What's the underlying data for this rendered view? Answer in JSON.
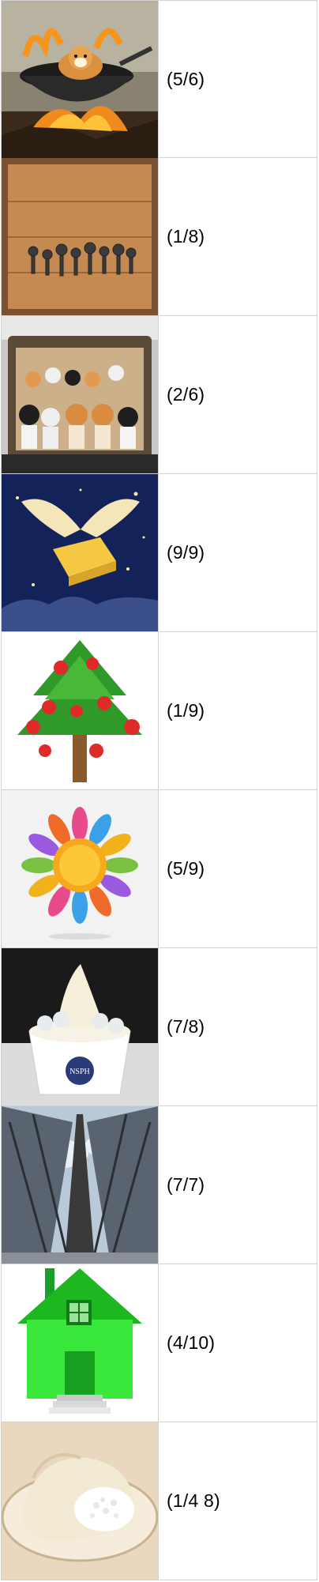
{
  "rows": [
    {
      "label": "(5/6)",
      "image": "dog-in-wok-over-campfire"
    },
    {
      "label": "(1/8)",
      "image": "keys-on-wooden-board"
    },
    {
      "label": "(2/6)",
      "image": "dogs-and-cats-in-car-trunk"
    },
    {
      "label": "(9/9)",
      "image": "winged-butter-in-night-sky"
    },
    {
      "label": "(1/9)",
      "image": "apple-tree"
    },
    {
      "label": "(5/9)",
      "image": "sun-flower-petals"
    },
    {
      "label": "(7/8)",
      "image": "frozen-yogurt-cup"
    },
    {
      "label": "(7/7)",
      "image": "sky-bridge-stairs"
    },
    {
      "label": "(4/10)",
      "image": "green-house"
    },
    {
      "label": "(1/4 8)",
      "image": "dumpling-with-rice"
    }
  ],
  "logo_text": {
    "cup": "NSPH"
  }
}
